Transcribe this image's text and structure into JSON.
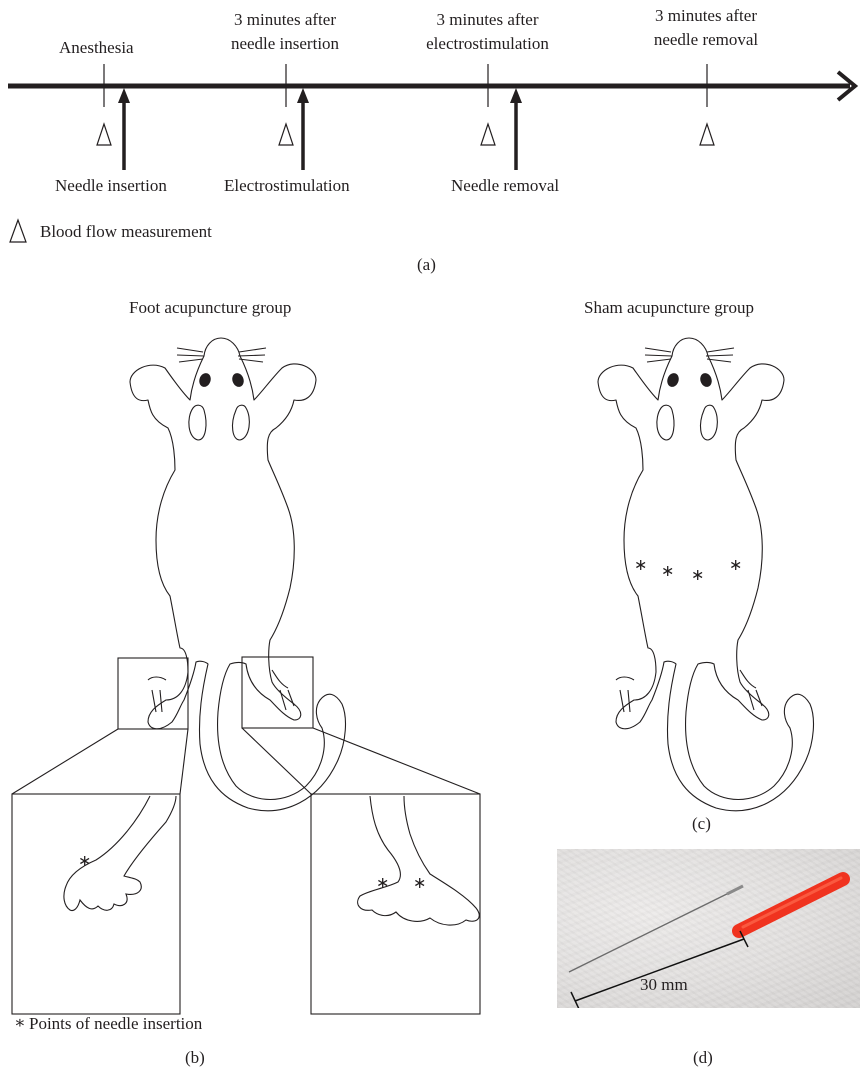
{
  "timeline": {
    "events_above": [
      {
        "id": "anesthesia",
        "lines": [
          "Anesthesia"
        ]
      },
      {
        "id": "after-insertion",
        "lines": [
          "3 minutes after",
          "needle insertion"
        ]
      },
      {
        "id": "after-stim",
        "lines": [
          "3 minutes after",
          "electrostimulation"
        ]
      },
      {
        "id": "after-removal",
        "lines": [
          "3 minutes after",
          "needle removal"
        ]
      }
    ],
    "events_below": [
      "Needle insertion",
      "Electrostimulation",
      "Needle removal"
    ],
    "legend": "Blood flow measurement",
    "panel_label": "(a)"
  },
  "panel_b": {
    "title": "Foot acupuncture group",
    "legend": "Points of needle insertion",
    "panel_label": "(b)"
  },
  "panel_c": {
    "title": "Sham acupuncture group",
    "panel_label": "(c)"
  },
  "panel_d": {
    "scale_label": "30 mm",
    "panel_label": "(d)",
    "handle_color": "#f0331f"
  }
}
